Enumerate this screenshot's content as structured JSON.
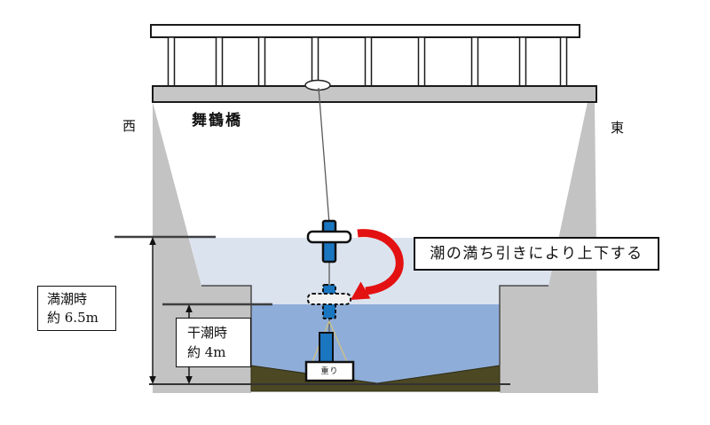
{
  "diagram": {
    "title_bridge": "舞鶴橋",
    "direction_west": "西",
    "direction_east": "東",
    "callout_text": "潮の満ち引きにより上下する",
    "high_tide": {
      "line1": "満潮時",
      "line2": "約 6.5m"
    },
    "low_tide": {
      "line1": "干潮時",
      "line2": "約 4m"
    },
    "weight_label": "重り",
    "colors": {
      "water_upper": "#dbe3ef",
      "water_lower": "#8fadd9",
      "seabed": "#4c4823",
      "wall_gray": "#c3c3c3",
      "deck_gray": "#c6c6c6",
      "float_blue": "#1b76c0",
      "arrow_red": "#e31112",
      "reference_line": "#3f3f3f"
    }
  }
}
